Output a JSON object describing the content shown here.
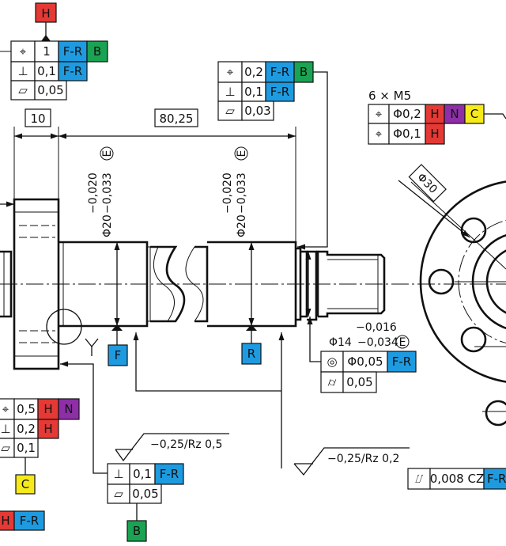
{
  "symbols": {
    "position": "⌖",
    "perpendicular": "⊥",
    "flatness": "▱",
    "concentricity": "◎",
    "cylindricity": "⌭",
    "total_runout": "⌰"
  },
  "datums": {
    "h": "H",
    "c": "C",
    "b": "B",
    "f": "F",
    "r": "R"
  },
  "dims": {
    "d10": "10",
    "d80": "80,25",
    "dia20": "Φ20",
    "tol_upper": "−0,020",
    "tol_lower": "−0,033",
    "envelope": "E",
    "dia30": "Φ30",
    "dia14": "Φ14",
    "tol14_upper": "−0,016",
    "tol14_lower": "−0,034",
    "thread": "6 × M5"
  },
  "fcf_top_left": {
    "r1_tol": "1",
    "r1_ref1": "F-R",
    "r1_ref2": "B",
    "r2_tol": "0,1",
    "r2_ref": "F-R",
    "r3_tol": "0,05"
  },
  "fcf_top_mid": {
    "r1_tol": "0,2",
    "r1_ref1": "F-R",
    "r1_ref2": "B",
    "r2_tol": "0,1",
    "r2_ref": "F-R",
    "r3_tol": "0,03"
  },
  "fcf_top_right": {
    "r1_tol": "Φ0,2",
    "r1_ref1": "H",
    "r1_ref2": "N",
    "r1_ref3": "C",
    "r2_tol": "Φ0,1",
    "r2_ref": "H"
  },
  "fcf_right": {
    "r1_tol": "Φ0,05",
    "r1_ref": "F-R",
    "r2_tol": "0,05"
  },
  "fcf_bottom_left": {
    "r1_tol": "0,5",
    "r1_ref1": "H",
    "r1_ref2": "N",
    "r2_tol": "0,2",
    "r2_ref": "H",
    "r3_tol": "0,1",
    "r4_ref1": "H",
    "r4_ref2": "F-R"
  },
  "fcf_bottom_mid": {
    "r1_tol": "0,1",
    "r1_ref": "F-R",
    "r2_tol": "0,05"
  },
  "fcf_bottom_right": {
    "r1_tol": "0,008 CZ",
    "r1_ref": "F-R"
  },
  "surface": {
    "finish": "−0,25/Rz 0,5",
    "finish2": "−0,25/Rz 0,2"
  },
  "colors": {
    "red": "#e53935",
    "blue": "#1e9be0",
    "green": "#1aa352",
    "yellow": "#f6ea1a",
    "purple": "#8e2fa8"
  }
}
